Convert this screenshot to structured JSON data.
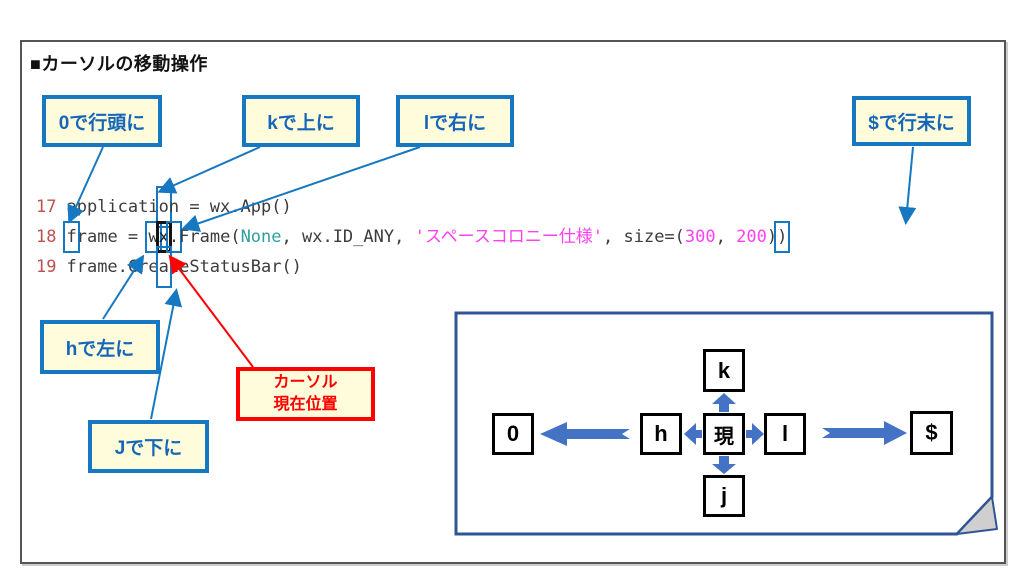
{
  "title": "■カーソルの移動操作",
  "callouts": {
    "zero": "0で行頭に",
    "k": "kで上に",
    "l": "lで右に",
    "dollar": "$で行末に",
    "h": "hで左に",
    "j": "Jで下に",
    "cursor_line1": "カーソル",
    "cursor_line2": "現在位置"
  },
  "code": {
    "lines": [
      {
        "number": "17",
        "segments": [
          {
            "t": "applicati",
            "s": "plain"
          },
          {
            "t": "o",
            "s": "box-tall"
          },
          {
            "t": "n = wx.App()",
            "s": "plain"
          }
        ]
      },
      {
        "number": "18",
        "segments": [
          {
            "t": "f",
            "s": "box"
          },
          {
            "t": "rame = ",
            "s": "plain"
          },
          {
            "t": "w",
            "s": "box"
          },
          {
            "t": "x",
            "s": "cursor"
          },
          {
            "t": ".",
            "s": "box"
          },
          {
            "t": "Frame(",
            "s": "plain"
          },
          {
            "t": "None",
            "s": "teal"
          },
          {
            "t": ", wx.ID_ANY, ",
            "s": "plain"
          },
          {
            "t": "'スペースコロニー仕様'",
            "s": "magenta"
          },
          {
            "t": ", size=(",
            "s": "plain"
          },
          {
            "t": "300",
            "s": "magenta"
          },
          {
            "t": ", ",
            "s": "plain"
          },
          {
            "t": "200",
            "s": "magenta"
          },
          {
            "t": ")",
            "s": "plain"
          },
          {
            "t": ")",
            "s": "box"
          }
        ]
      },
      {
        "number": "19",
        "segments": [
          {
            "t": "frame.Cre",
            "s": "plain"
          },
          {
            "t": "a",
            "s": "box-tall"
          },
          {
            "t": "teStatusBar()",
            "s": "plain"
          }
        ]
      }
    ]
  },
  "diagram": {
    "keys": {
      "up": "k",
      "down": "j",
      "left": "h",
      "right": "l",
      "center": "現",
      "home": "0",
      "end": "$"
    }
  },
  "appearance": {
    "callout_fill": "#FFFCDB",
    "callout_border_blue": "#1778C2",
    "callout_text_blue": "#1566B8",
    "cursor_red": "#FF0000",
    "connector_blue": "#1778C2",
    "thick_arrow_blue": "#4472C4",
    "diagram_box_border": "#2F5597",
    "code_text": "#3C3C3C",
    "line_number_red": "#BE5050",
    "keyword_teal": "#2E9E9E",
    "string_magenta": "#FF40F0",
    "fold_gray": "#CFCFCF"
  }
}
